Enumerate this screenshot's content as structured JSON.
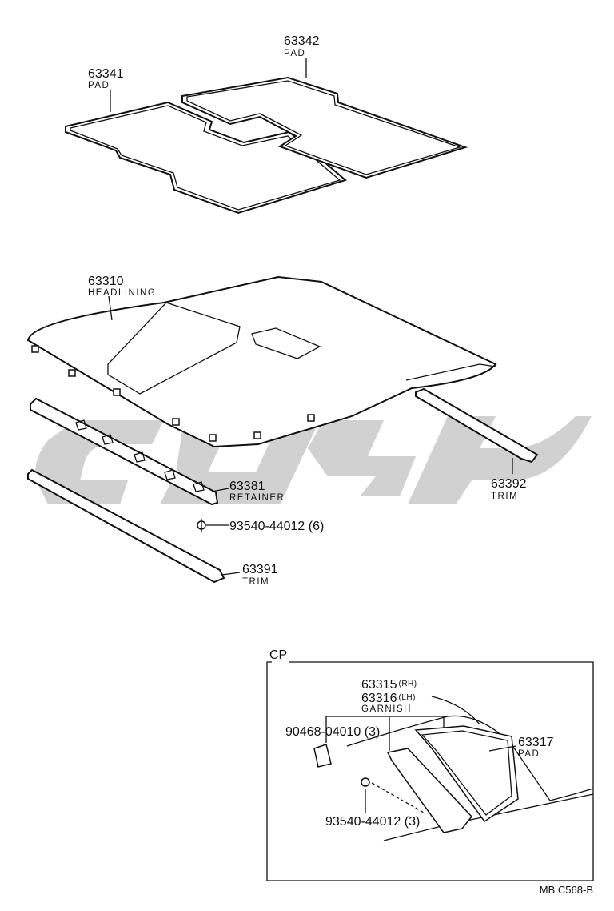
{
  "parts": {
    "p63342": {
      "number": "63342",
      "name": "PAD"
    },
    "p63341": {
      "number": "63341",
      "name": "PAD"
    },
    "p63310": {
      "number": "63310",
      "name": "HEADLINING"
    },
    "p63381": {
      "number": "63381",
      "name": "RETAINER"
    },
    "p63392": {
      "number": "63392",
      "name": "TRIM"
    },
    "screw1": {
      "number": "93540-44012 (6)"
    },
    "p63391": {
      "number": "63391",
      "name": "TRIM"
    }
  },
  "inset": {
    "label": "CP",
    "garnish_rh_number": "63315",
    "garnish_rh_side": "(RH)",
    "garnish_lh_number": "63316",
    "garnish_lh_side": "(LH)",
    "garnish_name": "GARNISH",
    "clip": "90468-04010 (3)",
    "screw": "93540-44012 (3)",
    "pad_number": "63317",
    "pad_name": "PAD"
  },
  "footer": {
    "code": "MB  C568-B"
  }
}
